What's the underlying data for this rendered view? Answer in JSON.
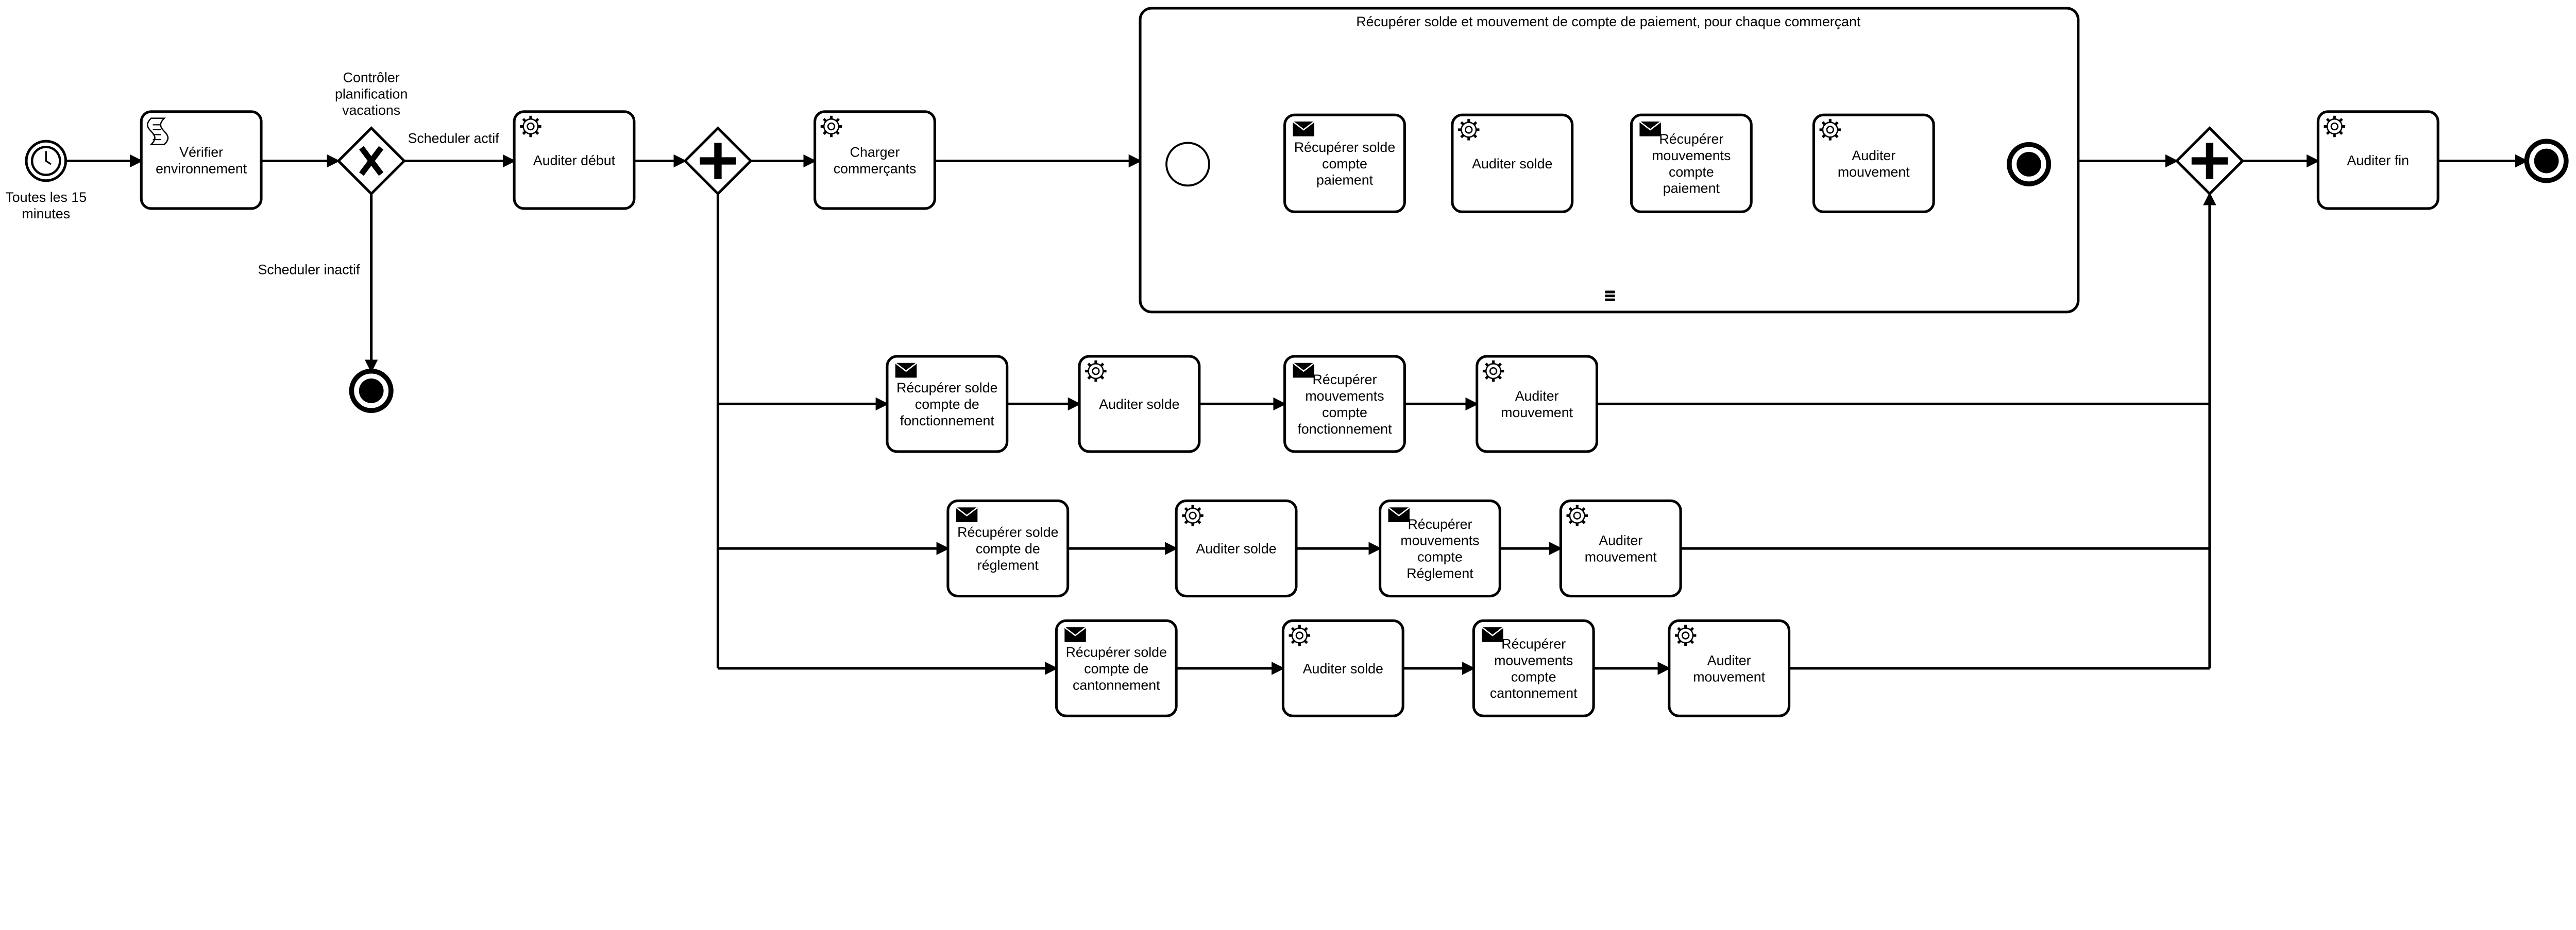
{
  "colors": {
    "stroke": "#000000",
    "background": "#ffffff"
  },
  "start_event": {
    "type": "timer",
    "icon": "clock-icon",
    "label": [
      "Toutes les 15",
      "minutes"
    ]
  },
  "tasks": {
    "verifier": {
      "type": "script",
      "icon": "script-icon",
      "label": [
        "Vérifier",
        "environnement"
      ]
    },
    "auditer_debut": {
      "type": "service",
      "icon": "gear-icon",
      "label": [
        "Auditer début"
      ]
    },
    "charger": {
      "type": "service",
      "icon": "gear-icon",
      "label": [
        "Charger",
        "commerçants"
      ]
    },
    "sp_solde": {
      "type": "send",
      "icon": "envelope-icon",
      "label": [
        "Récupérer solde",
        "compte",
        "paiement"
      ]
    },
    "sp_audit_solde": {
      "type": "service",
      "icon": "gear-icon",
      "label": [
        "Auditer solde"
      ]
    },
    "sp_mvt": {
      "type": "send",
      "icon": "envelope-icon",
      "label": [
        "Récupérer",
        "mouvements",
        "compte",
        "paiement"
      ]
    },
    "sp_audit_mvt": {
      "type": "service",
      "icon": "gear-icon",
      "label": [
        "Auditer",
        "mouvement"
      ]
    },
    "f_solde": {
      "type": "send",
      "icon": "envelope-icon",
      "label": [
        "Récupérer solde",
        "compte de",
        "fonctionnement"
      ]
    },
    "f_audit_solde": {
      "type": "service",
      "icon": "gear-icon",
      "label": [
        "Auditer solde"
      ]
    },
    "f_mvt": {
      "type": "send",
      "icon": "envelope-icon",
      "label": [
        "Récupérer",
        "mouvements",
        "compte",
        "fonctionnement"
      ]
    },
    "f_audit_mvt": {
      "type": "service",
      "icon": "gear-icon",
      "label": [
        "Auditer",
        "mouvement"
      ]
    },
    "r_solde": {
      "type": "send",
      "icon": "envelope-icon",
      "label": [
        "Récupérer solde",
        "compte de",
        "réglement"
      ]
    },
    "r_audit_solde": {
      "type": "service",
      "icon": "gear-icon",
      "label": [
        "Auditer solde"
      ]
    },
    "r_mvt": {
      "type": "send",
      "icon": "envelope-icon",
      "label": [
        "Récupérer",
        "mouvements",
        "compte",
        "Réglement"
      ]
    },
    "r_audit_mvt": {
      "type": "service",
      "icon": "gear-icon",
      "label": [
        "Auditer",
        "mouvement"
      ]
    },
    "c_solde": {
      "type": "send",
      "icon": "envelope-icon",
      "label": [
        "Récupérer solde",
        "compte de",
        "cantonnement"
      ]
    },
    "c_audit_solde": {
      "type": "service",
      "icon": "gear-icon",
      "label": [
        "Auditer solde"
      ]
    },
    "c_mvt": {
      "type": "send",
      "icon": "envelope-icon",
      "label": [
        "Récupérer",
        "mouvements",
        "compte",
        "cantonnement"
      ]
    },
    "c_audit_mvt": {
      "type": "service",
      "icon": "gear-icon",
      "label": [
        "Auditer",
        "mouvement"
      ]
    },
    "auditer_fin": {
      "type": "service",
      "icon": "gear-icon",
      "label": [
        "Auditer fin"
      ]
    }
  },
  "gateway_xor": {
    "icon": "exclusive-x-icon",
    "label": [
      "Contrôler",
      "planification",
      "vacations"
    ]
  },
  "flows": {
    "actif": "Scheduler actif",
    "inactif": "Scheduler inactif"
  },
  "subprocess": {
    "title": "Récupérer solde et mouvement de compte de paiement, pour chaque commerçant",
    "marker": "multi-instance-sequential-icon"
  }
}
